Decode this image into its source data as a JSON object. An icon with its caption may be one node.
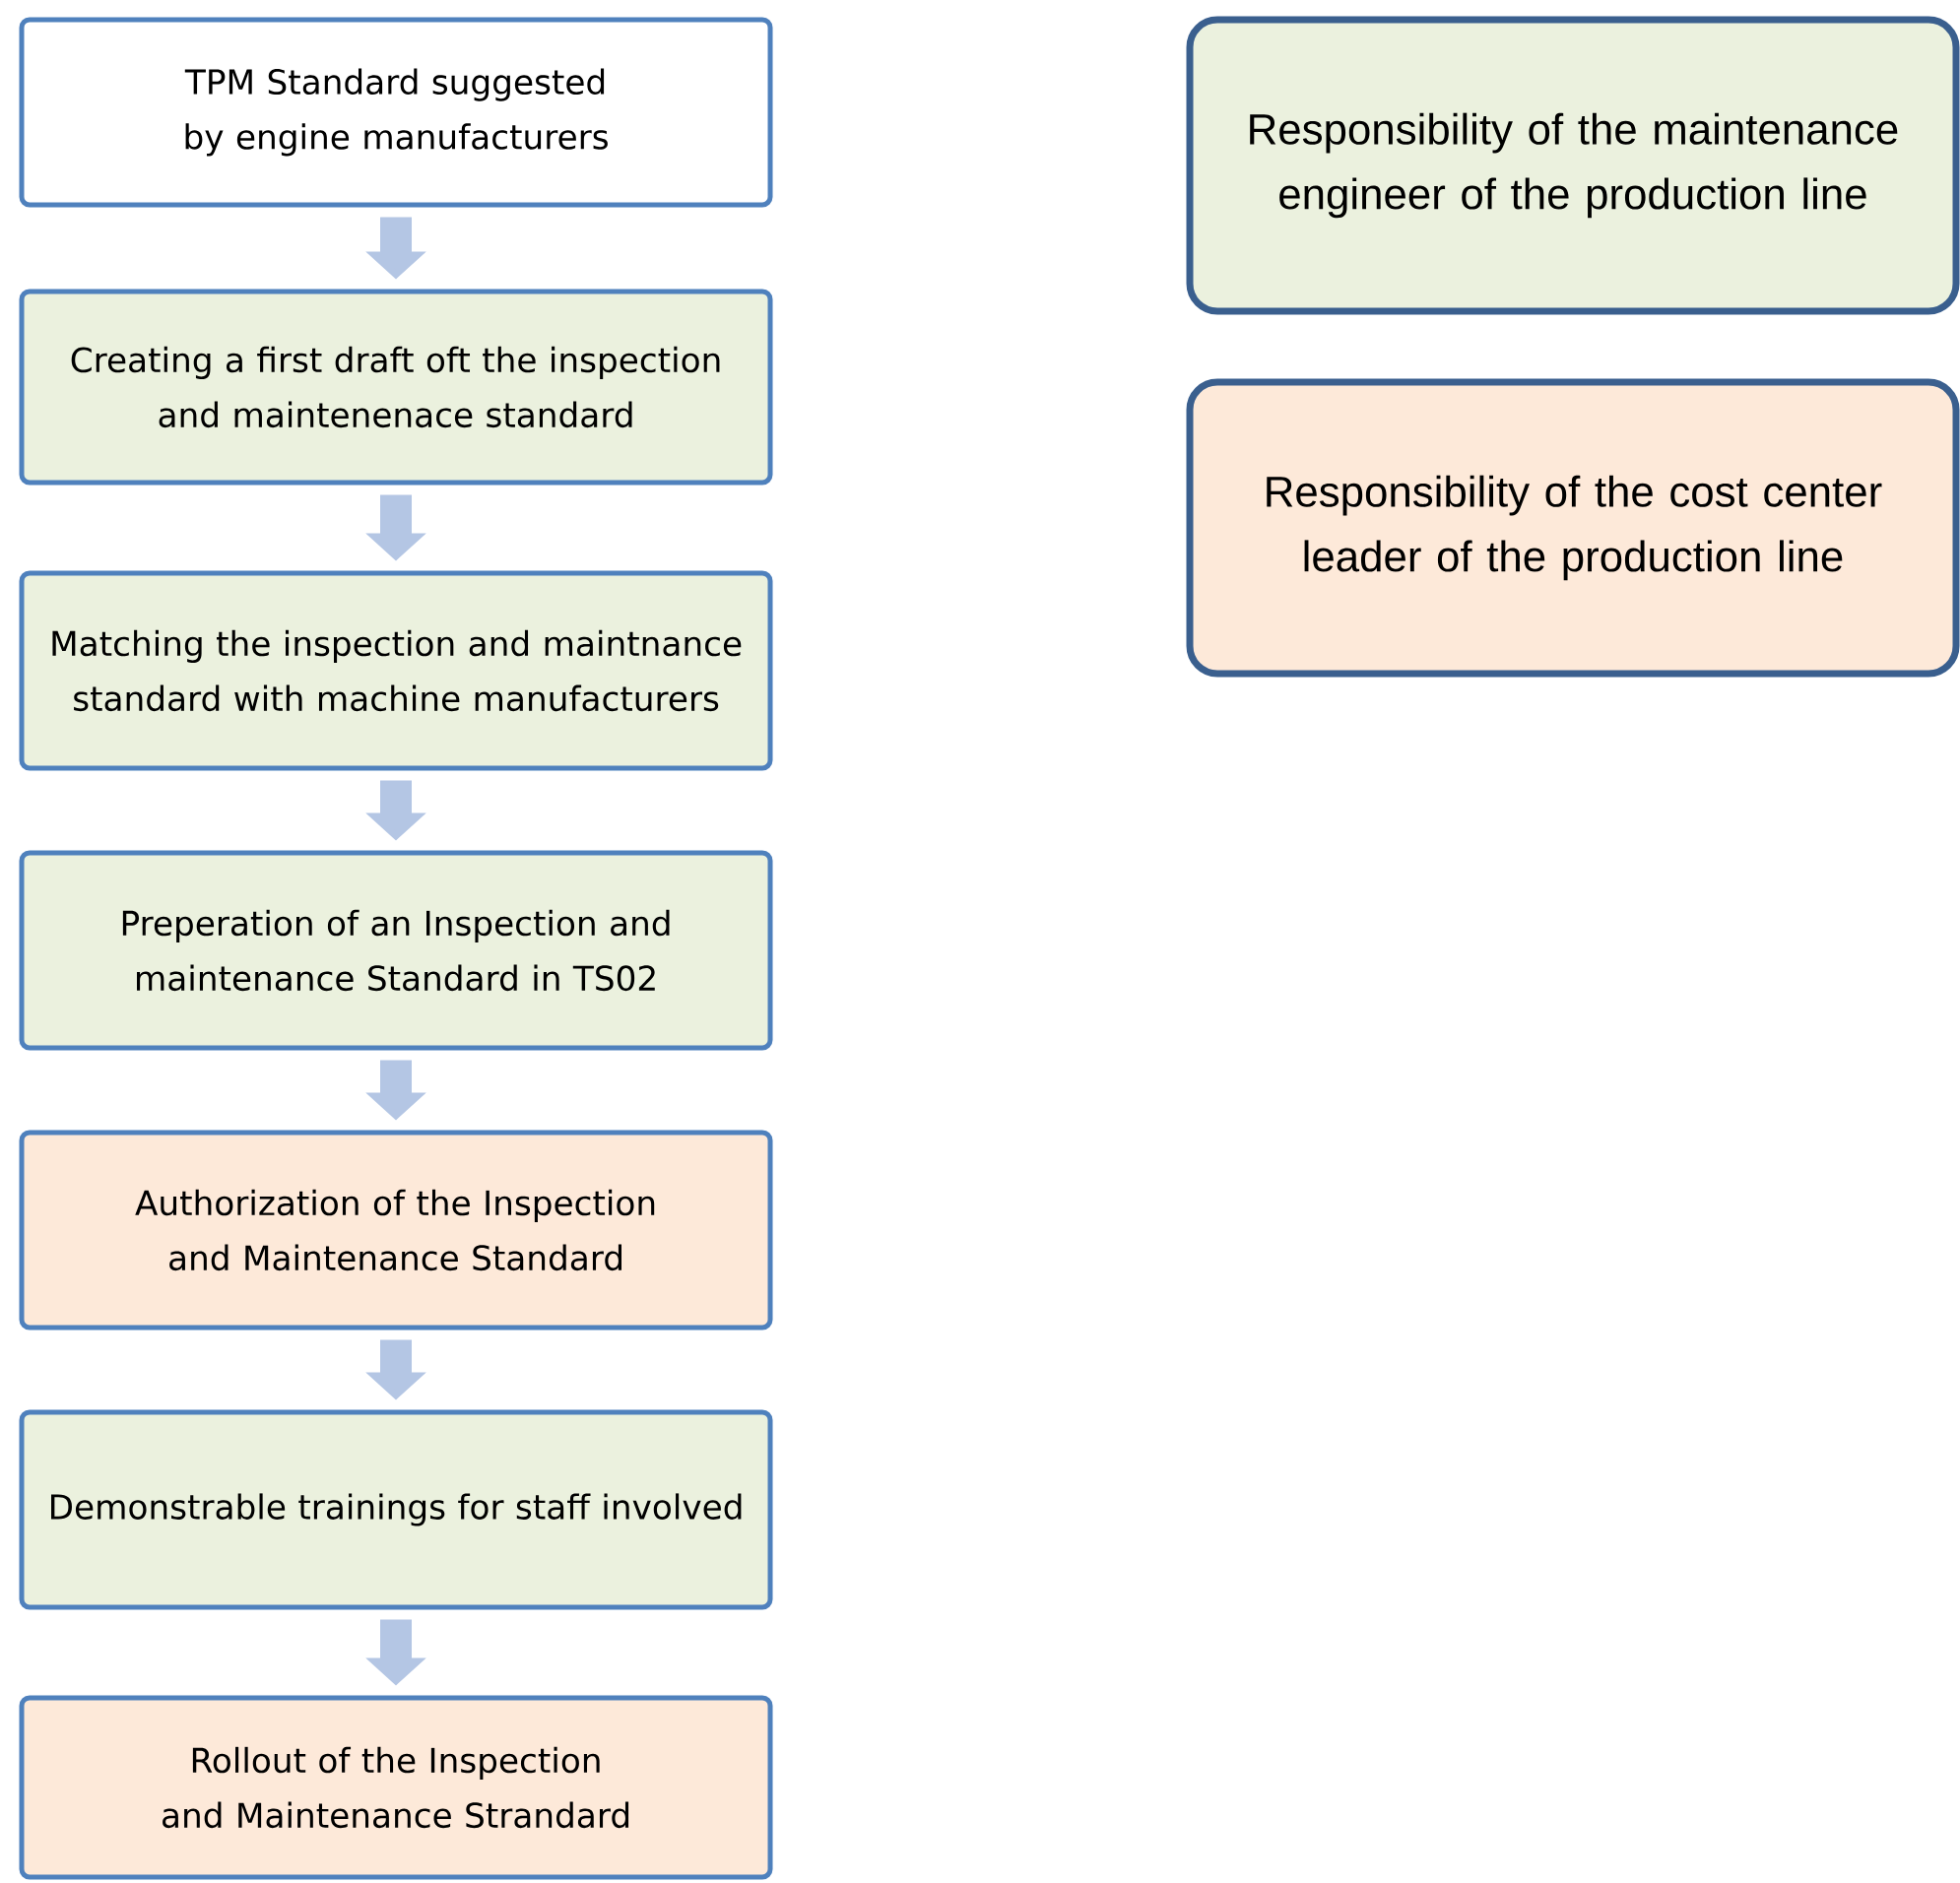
{
  "diagram": {
    "nodes": [
      {
        "text": [
          "TPM Standard suggested by engine manufacturers"
        ]
      },
      {
        "text": [
          "Creating a first draft oft the inspection and maintenenace standard"
        ]
      },
      {
        "text": [
          "Matching the inspection and maintnance standard with machine manufacturers"
        ]
      },
      {
        "text": [
          "Preperation of an Inspection and maintenance Standard in TS02"
        ]
      },
      {
        "text": [
          "Authorization of the Inspection and Maintenance Standard"
        ]
      },
      {
        "text": [
          "Demonstrable trainings for staff involved"
        ]
      },
      {
        "text": [
          "Rollout of the Inspection and Maintenance Strandard"
        ]
      }
    ],
    "edges": [
      {
        "from": 0,
        "to": 1,
        "arrow": "to"
      },
      {
        "from": 1,
        "to": 2,
        "arrow": "to"
      },
      {
        "from": 2,
        "to": 3,
        "arrow": "to"
      },
      {
        "from": 3,
        "to": 4,
        "arrow": "to"
      },
      {
        "from": 4,
        "to": 5,
        "arrow": "to"
      },
      {
        "from": 5,
        "to": 6,
        "arrow": "to"
      }
    ],
    "legend": [
      {
        "text": "Responsibility of the maintenance engineer of the production line",
        "color": "#ebf1de"
      },
      {
        "text": "Responsibility of the cost center leader of the production line",
        "color": "#fde9d9"
      }
    ]
  }
}
